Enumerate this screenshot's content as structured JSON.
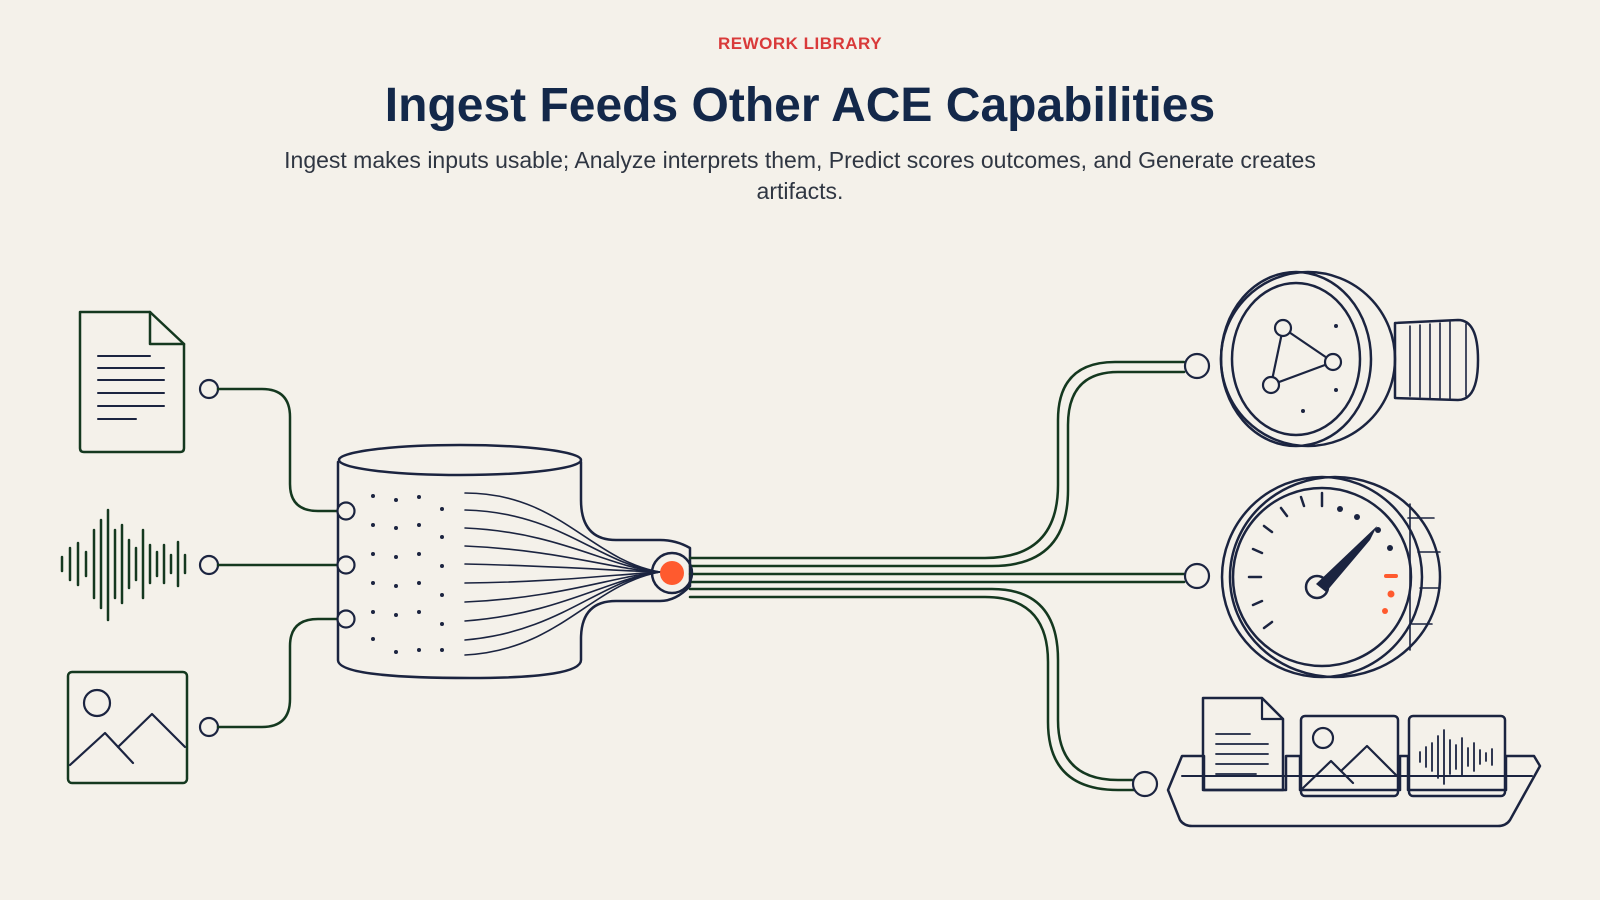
{
  "header": {
    "eyebrow": "REWORK LIBRARY",
    "title": "Ingest Feeds Other ACE Capabilities",
    "subtitle": "Ingest makes inputs usable; Analyze interprets them, Predict scores outcomes, and Generate creates artifacts."
  },
  "colors": {
    "background": "#f4f1ea",
    "accent": "#ff5a2e",
    "eyebrow": "#d93a3a",
    "title": "#13284a",
    "ink": "#1b2440",
    "wire": "#14381f"
  },
  "diagram": {
    "inputs": [
      "document-icon",
      "audio-waveform-icon",
      "image-icon"
    ],
    "hub": "ingest-cylinder",
    "outputs": [
      "network-graph-icon",
      "gauge-icon",
      "artifact-tray-icon"
    ]
  }
}
